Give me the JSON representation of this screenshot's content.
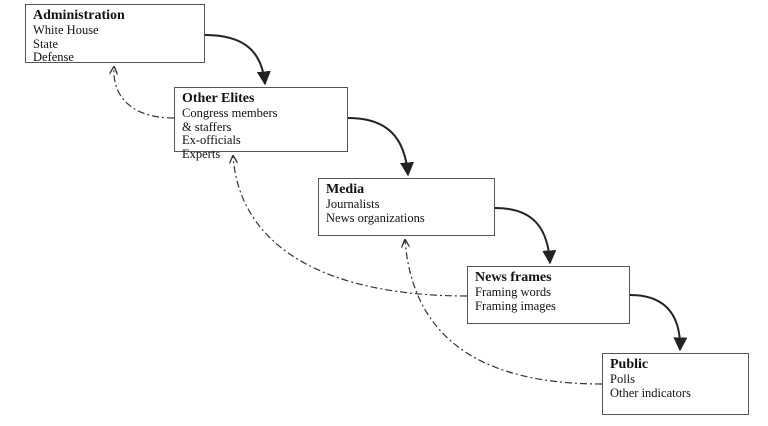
{
  "diagram": {
    "nodes": [
      {
        "id": "administration",
        "title": "Administration",
        "lines": [
          "White House",
          "State",
          "Defense"
        ]
      },
      {
        "id": "other-elites",
        "title": "Other Elites",
        "lines": [
          "Congress members",
          "& staffers",
          "Ex-officials",
          "Experts"
        ]
      },
      {
        "id": "media",
        "title": "Media",
        "lines": [
          "Journalists",
          "News organizations"
        ]
      },
      {
        "id": "news-frames",
        "title": "News frames",
        "lines": [
          "Framing words",
          "Framing images"
        ]
      },
      {
        "id": "public",
        "title": "Public",
        "lines": [
          "Polls",
          "Other indicators"
        ]
      }
    ],
    "edges": [
      {
        "from": "administration",
        "to": "other-elites",
        "style": "solid"
      },
      {
        "from": "other-elites",
        "to": "media",
        "style": "solid"
      },
      {
        "from": "media",
        "to": "news-frames",
        "style": "solid"
      },
      {
        "from": "news-frames",
        "to": "public",
        "style": "solid"
      },
      {
        "from": "other-elites",
        "to": "administration",
        "style": "dash-dot"
      },
      {
        "from": "news-frames",
        "to": "other-elites",
        "style": "dash-dot"
      },
      {
        "from": "public",
        "to": "media",
        "style": "dash-dot"
      }
    ]
  }
}
